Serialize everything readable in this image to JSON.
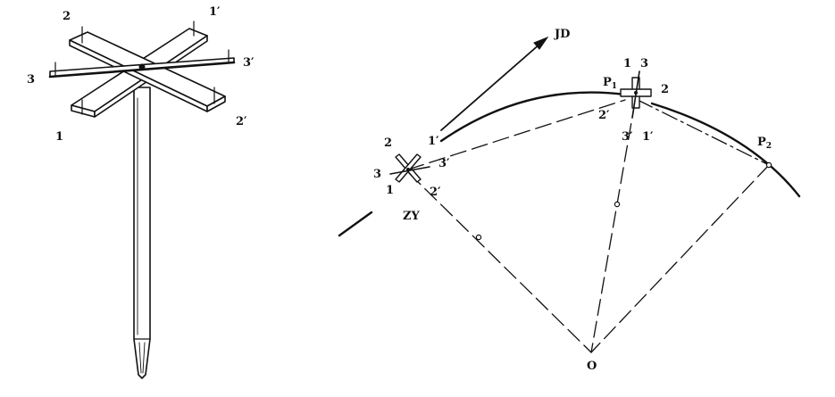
{
  "cross_staff": {
    "labels": {
      "arm_1": "1",
      "arm_1_prime": "1′",
      "arm_2": "2",
      "arm_2_prime": "2′",
      "arm_3": "3",
      "arm_3_prime": "3′"
    }
  },
  "curve_layout": {
    "labels": {
      "jd": "JD",
      "zy": "ZY",
      "p1": "P",
      "p1_sub": "1",
      "p2": "P",
      "p2_sub": "2",
      "center": "O",
      "zy_arm_1": "1",
      "zy_arm_1_prime": "1′",
      "zy_arm_2": "2",
      "zy_arm_2_prime": "2′",
      "zy_arm_3": "3",
      "zy_arm_3_prime": "3′",
      "p1_arm_1": "1",
      "p1_arm_1_prime": "1′",
      "p1_arm_2": "2",
      "p1_arm_2_prime": "2′",
      "p1_arm_3": "3",
      "p1_arm_3_prime": "3′"
    }
  }
}
